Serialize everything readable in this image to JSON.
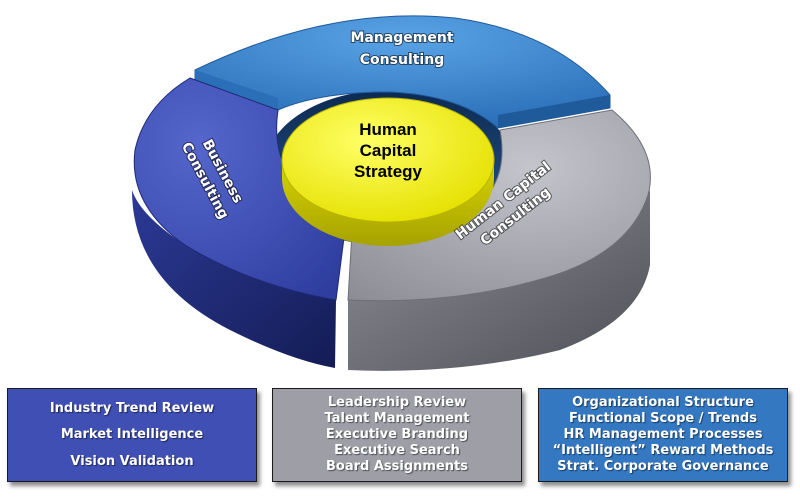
{
  "diagram": {
    "segments": {
      "management": {
        "line1": "Management",
        "line2": "Consulting",
        "color_top": "#3c86cf",
        "color_side": "#1f5a9a"
      },
      "business": {
        "line1": "Business",
        "line2": "Consulting",
        "color_top": "#3e4fb6",
        "color_side": "#1e2a77"
      },
      "human_capital": {
        "line1": "Human Capital",
        "line2": "Consulting",
        "color_top": "#a7a8b0",
        "color_side": "#6e6f78"
      }
    },
    "hub": {
      "line1": "Human",
      "line2": "Capital",
      "line3": "Strategy",
      "color": "#f5f224"
    }
  },
  "boxes": {
    "business": {
      "color": "#3f4fb4",
      "items": [
        "Industry Trend Review",
        "Market Intelligence",
        "Vision Validation"
      ]
    },
    "human_capital": {
      "color": "#9d9ea6",
      "items": [
        "Leadership Review",
        "Talent Management",
        "Executive Branding",
        "Executive Search",
        "Board Assignments"
      ]
    },
    "management": {
      "color": "#3478c2",
      "items": [
        "Organizational Structure",
        "Functional Scope / Trends",
        "HR Management Processes",
        "“Intelligent” Reward Methods",
        "Strat. Corporate Governance"
      ]
    }
  }
}
